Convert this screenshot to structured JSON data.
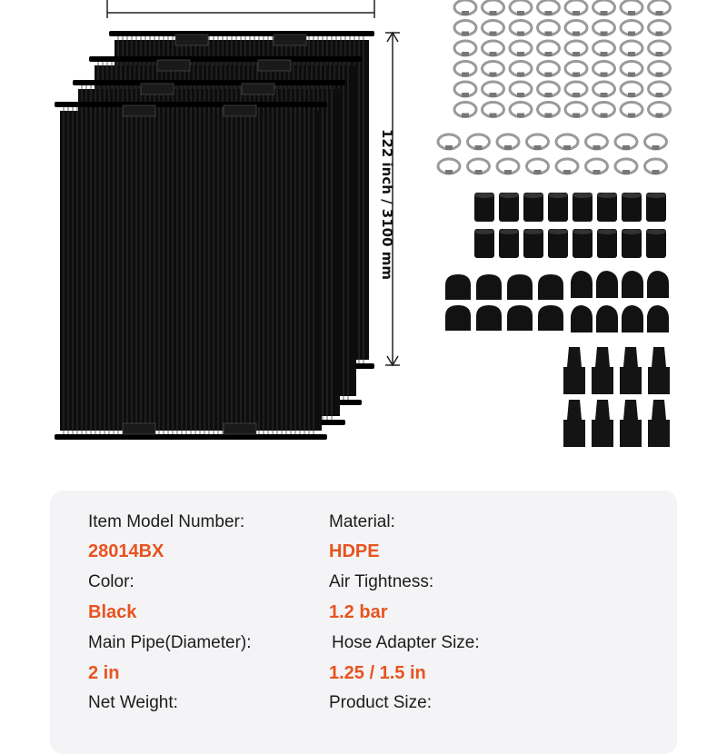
{
  "dimension": {
    "height_label": "122 inch / 3100 mm"
  },
  "colors": {
    "accent": "#e8531f",
    "panel": "#0d0d0d",
    "card_bg": "#f4f4f6"
  },
  "specs": [
    {
      "label": "Item Model Number:",
      "value": "28014BX"
    },
    {
      "label": "Material:",
      "value": "HDPE"
    },
    {
      "label": "Color:",
      "value": "Black"
    },
    {
      "label": "Air Tightness:",
      "value": "1.2 bar"
    },
    {
      "label": "Main Pipe(Diameter):",
      "value": "2 in"
    },
    {
      "label": "Hose Adapter Size:",
      "value": "1.25 / 1.5 in"
    },
    {
      "label": "Net Weight:",
      "value": ""
    },
    {
      "label": "Product Size:",
      "value": ""
    }
  ]
}
